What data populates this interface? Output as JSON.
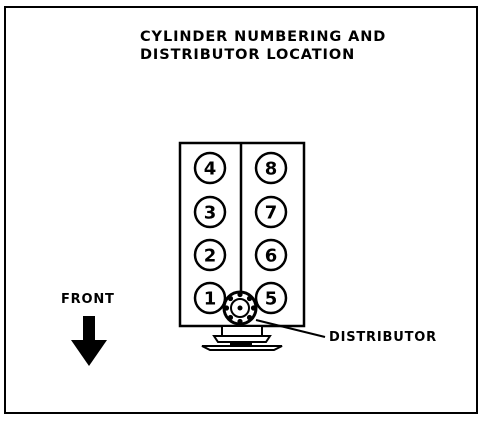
{
  "diagram": {
    "title_line1": "CYLINDER NUMBERING AND",
    "title_line2": "DISTRIBUTOR LOCATION",
    "front_label": "FRONT",
    "distributor_label": "DISTRIBUTOR",
    "left_bank": [
      "4",
      "3",
      "2",
      "1"
    ],
    "right_bank": [
      "8",
      "7",
      "6",
      "5"
    ],
    "line_color": "#000000",
    "background_color": "#ffffff",
    "icons": {
      "front_arrow": "down-arrow-icon",
      "distributor": "distributor-icon"
    }
  }
}
